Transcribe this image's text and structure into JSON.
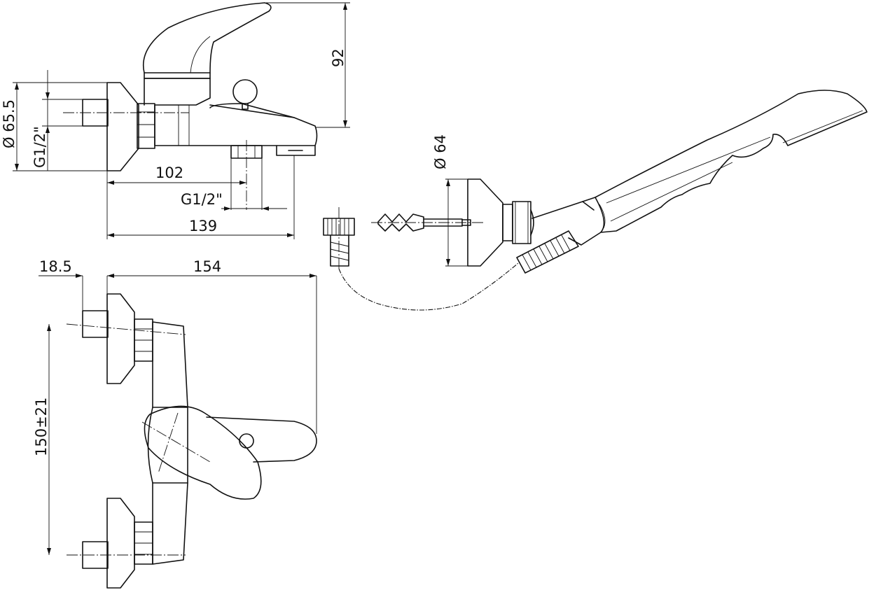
{
  "dimensions": {
    "height_92": "92",
    "dia_65_5": "Ø 65.5",
    "thread_g12_left": "G1/2\"",
    "len_102": "102",
    "thread_g12_outlet": "G1/2\"",
    "len_139": "139",
    "dia_64": "Ø 64",
    "offset_18_5": "18.5",
    "len_154": "154",
    "spacing_150": "150±21"
  }
}
